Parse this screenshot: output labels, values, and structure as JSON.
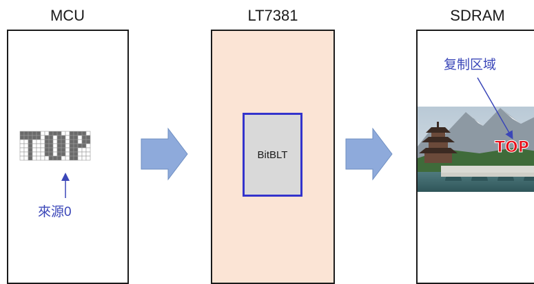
{
  "titles": {
    "mcu": "MCU",
    "lt": "LT7381",
    "sdram": "SDRAM"
  },
  "bitblt_label": "BitBLT",
  "source_label": "來源0",
  "copy_region_label": "复制区域",
  "pixel_text": "TOP",
  "overlay_text": "TOP",
  "colors": {
    "panel_border": "#1a1a1a",
    "lt_fill": "#fbe4d5",
    "bitblt_border": "#3333cc",
    "bitblt_fill": "#d9d9d9",
    "flow_arrow": "#8eaadb",
    "label_blue": "#3a46b8",
    "pixel_on": "#6b6b6b",
    "overlay_red": "#e8101a"
  }
}
